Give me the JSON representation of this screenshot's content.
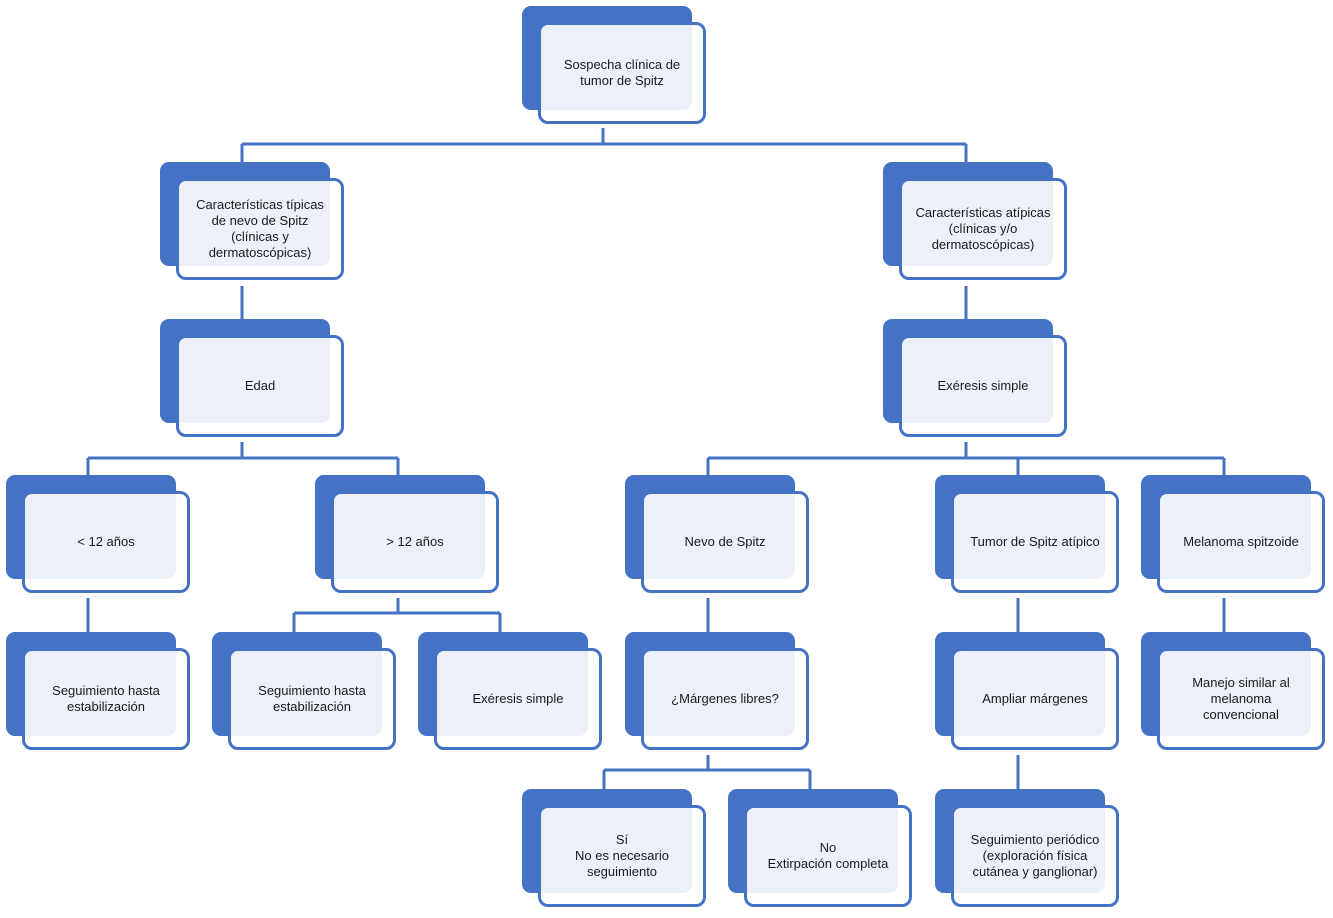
{
  "diagram": {
    "nodes": {
      "root": "Sospecha clínica de\ntumor de Spitz",
      "typical": "Características típicas\nde nevo de Spitz\n(clínicas y\ndermatoscópicas)",
      "atypical": "Características atípicas\n(clínicas y/o\ndermatoscópicas)",
      "edad": "Edad",
      "exeresis_main": "Exéresis simple",
      "lt12": "< 12 años",
      "gt12": "> 12 años",
      "nevo": "Nevo de Spitz",
      "tumor_atipico": "Tumor de Spitz atípico",
      "melanoma": "Melanoma spitzoide",
      "seg_lt12": "Seguimiento hasta\nestabilización",
      "seg_gt12": "Seguimiento hasta\nestabilización",
      "exeresis_gt12": "Exéresis simple",
      "margenes": "¿Márgenes libres?",
      "ampliar": "Ampliar márgenes",
      "manejo": "Manejo similar al\nmelanoma\nconvencional",
      "si": "Sí\nNo es necesario\nseguimiento",
      "no": "No\nExtirpación completa",
      "seg_periodico": "Seguimiento periódico\n(exploración física\ncutánea y ganglionar)"
    }
  }
}
